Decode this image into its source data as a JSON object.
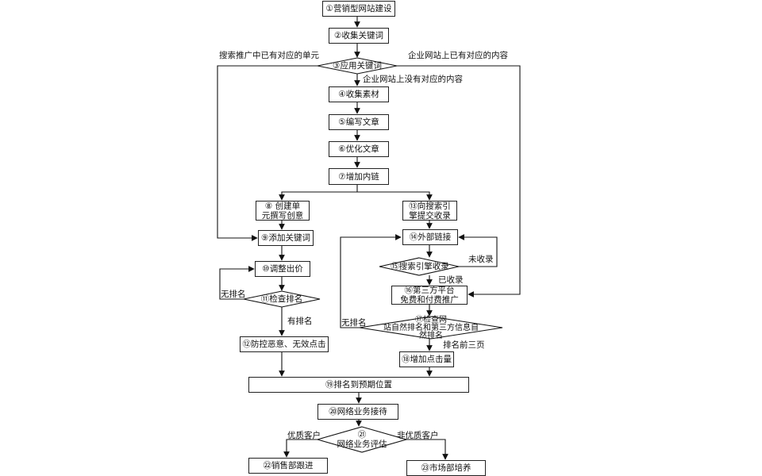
{
  "diagram": {
    "nodes": {
      "n1": "①营销型网站建设",
      "n2": "②收集关键词",
      "n3": "③应用关键词",
      "n4": "④收集素材",
      "n5": "⑤编写文章",
      "n6": "⑥优化文章",
      "n7": "⑦增加内链",
      "n8": "⑧ 创建单\n元撰写创意",
      "n9": "⑨添加关键词",
      "n10": "⑩调整出价",
      "n11": "⑪检查排名",
      "n12": "⑫防控恶意、无效点击",
      "n13": "⑬向搜索引\n擎提交收录",
      "n14": "⑭外部链接",
      "n15": "⑮搜索引擎收录",
      "n16": "⑯第三方平台\n免费和付费推广",
      "n17": "⑰检查网\n站自然排名和第三方信息自\n然排名",
      "n18": "⑱增加点击量",
      "n19": "⑲排名到预期位置",
      "n20": "⑳网络业务接待",
      "n21": "㉑\n网络业务评估",
      "n22": "㉒销售部跟进",
      "n23": "㉓市场部培养"
    },
    "edge_labels": {
      "search_existing": "搜索推广中已有对应的单元",
      "site_existing": "企业网站上已有对应的内容",
      "site_missing": "企业网站上没有对应的内容",
      "not_indexed": "未收录",
      "indexed": "已收录",
      "no_rank_left": "无排名",
      "has_rank": "有排名",
      "no_rank_right": "无排名",
      "top_three": "排名前三页",
      "quality": "优质客户",
      "non_quality": "非优质客户"
    }
  }
}
